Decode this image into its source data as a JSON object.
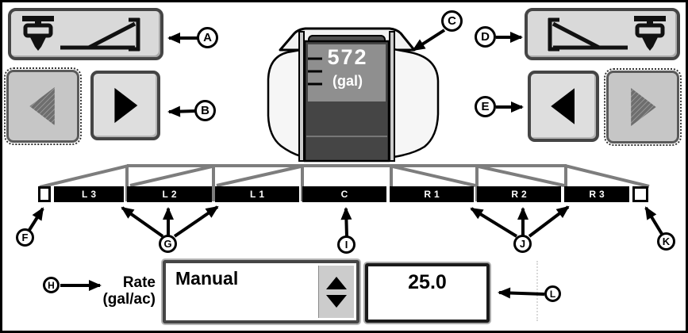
{
  "callouts": [
    "A",
    "B",
    "C",
    "D",
    "E",
    "F",
    "G",
    "H",
    "I",
    "J",
    "K",
    "L"
  ],
  "tank": {
    "level": "572",
    "unit": "(gal)"
  },
  "boom": {
    "sections": [
      "L3",
      "L2",
      "L1",
      "C",
      "R1",
      "R2",
      "R3"
    ]
  },
  "rate": {
    "label": "Rate",
    "unit": "(gal/ac)",
    "mode": "Manual",
    "value": "25.0"
  },
  "icons": {
    "fold_left": "boom-fold-left-icon",
    "fold_right": "boom-fold-right-icon",
    "nav_left": "left-arrow-icon",
    "nav_right": "right-arrow-icon",
    "spinner_up": "up-arrow-icon",
    "spinner_down": "down-arrow-icon"
  },
  "colors": {
    "section_bar": "#000000",
    "tank_panel": "#8f8f8f",
    "tank_body": "#454545",
    "button_face": "#d9d9d9",
    "disabled_face": "#c6c6c6",
    "truss": "#7d7d7d"
  }
}
